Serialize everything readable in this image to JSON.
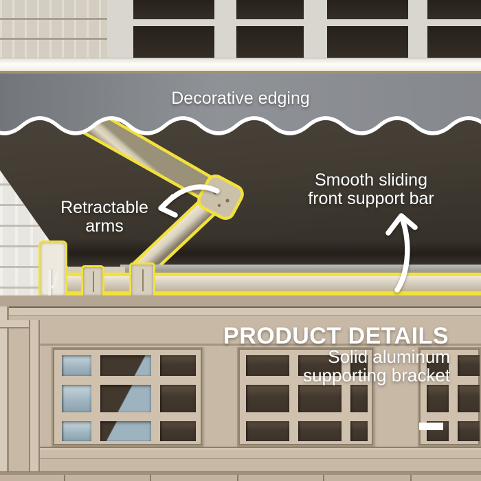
{
  "annotations": {
    "decorative_edging": {
      "label": "Decorative edging"
    },
    "retractable_arms": {
      "label_line1": "Retractable",
      "label_line2": "arms"
    },
    "front_support_bar": {
      "label_line1": "Smooth sliding",
      "label_line2": "front support bar"
    },
    "product_details": {
      "heading": "PRODUCT DETAILS",
      "sub_line1": "Solid aluminum",
      "sub_line2": "supporting bracket"
    }
  },
  "icons": {
    "retractable_arms_arrow": "curved-arrow-pointing-left-icon",
    "front_support_bar_arrow": "curved-arrow-pointing-up-icon",
    "page_indicator": "dash-indicator"
  },
  "colors": {
    "highlight_yellow": "#f2e13c",
    "awning_fabric_dark": "#3c362e",
    "valance_gray": "#888b90",
    "trim_white": "#ffffff",
    "garage_beige": "#c8b9a7",
    "label_text": "#ffffff"
  }
}
